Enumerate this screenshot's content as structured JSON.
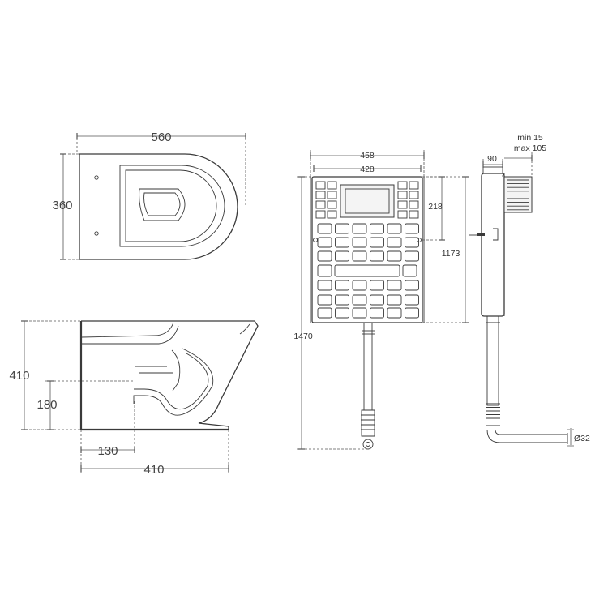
{
  "top_view": {
    "width": "560",
    "depth": "360"
  },
  "side_view": {
    "height": "410",
    "outlet_height": "180",
    "outlet_offset": "130",
    "length": "410"
  },
  "frame_front": {
    "outer_width": "458",
    "inner_width": "428",
    "upper_height": "218",
    "frame_height": "1173",
    "total_height": "1470"
  },
  "frame_side": {
    "depth": "90",
    "adjust_min": "min 15",
    "adjust_max": "max 105",
    "pipe_diameter": "Ø32"
  }
}
